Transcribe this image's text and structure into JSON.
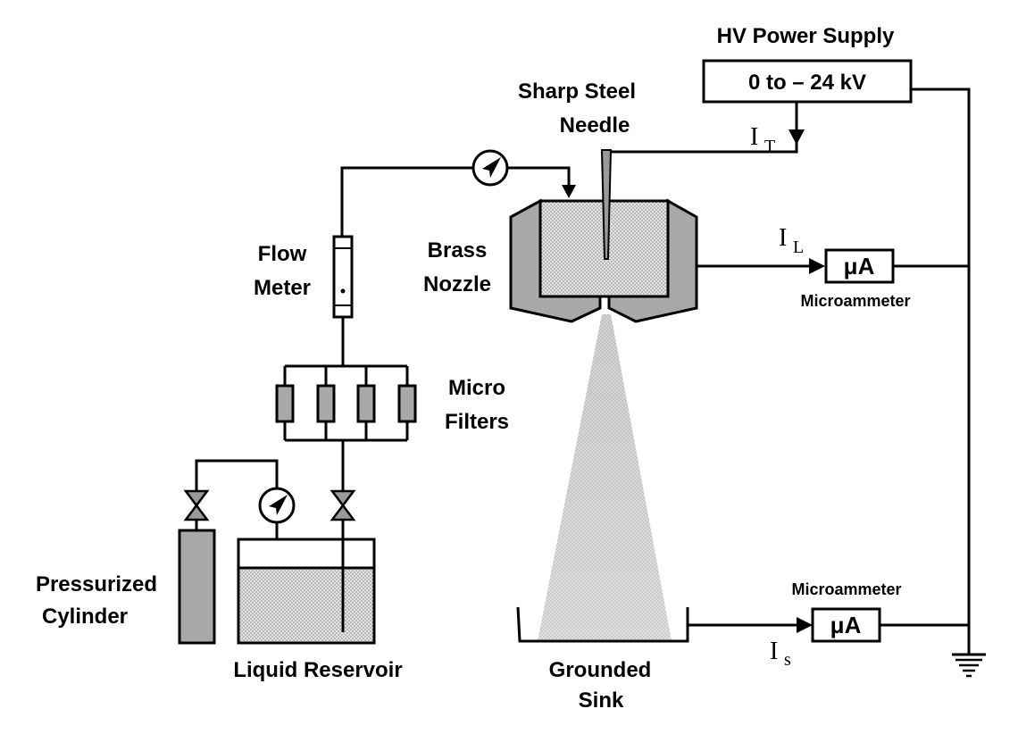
{
  "labels": {
    "hv_power_supply": "HV Power Supply",
    "voltage_range": "0 to – 24 kV",
    "needle_line1": "Sharp Steel",
    "needle_line2": "Needle",
    "nozzle_line1": "Brass",
    "nozzle_line2": "Nozzle",
    "flow_meter_line1": "Flow",
    "flow_meter_line2": "Meter",
    "filters_line1": "Micro",
    "filters_line2": "Filters",
    "cylinder_line1": "Pressurized",
    "cylinder_line2": "Cylinder",
    "reservoir": "Liquid Reservoir",
    "sink_line1": "Grounded",
    "sink_line2": "Sink",
    "microammeter_top": "Microammeter",
    "microammeter_bottom": "Microammeter",
    "meter_unit_top": "μA",
    "meter_unit_bottom": "μA"
  },
  "currents": {
    "total": {
      "symbol": "I",
      "subscript": "T"
    },
    "leakage": {
      "symbol": "I",
      "subscript": "L"
    },
    "sink": {
      "symbol": "I",
      "subscript": "s"
    }
  },
  "colors": {
    "line": "#000000",
    "component_fill": "#a8a8a8",
    "liquid_fill": "#d6d6d6",
    "spray_fill": "#cfcfcf",
    "background": "#ffffff"
  },
  "icons": {
    "pressure_gauge": "gauge-icon",
    "valve": "valve-icon",
    "ground": "ground-icon",
    "arrow": "arrow-icon"
  }
}
